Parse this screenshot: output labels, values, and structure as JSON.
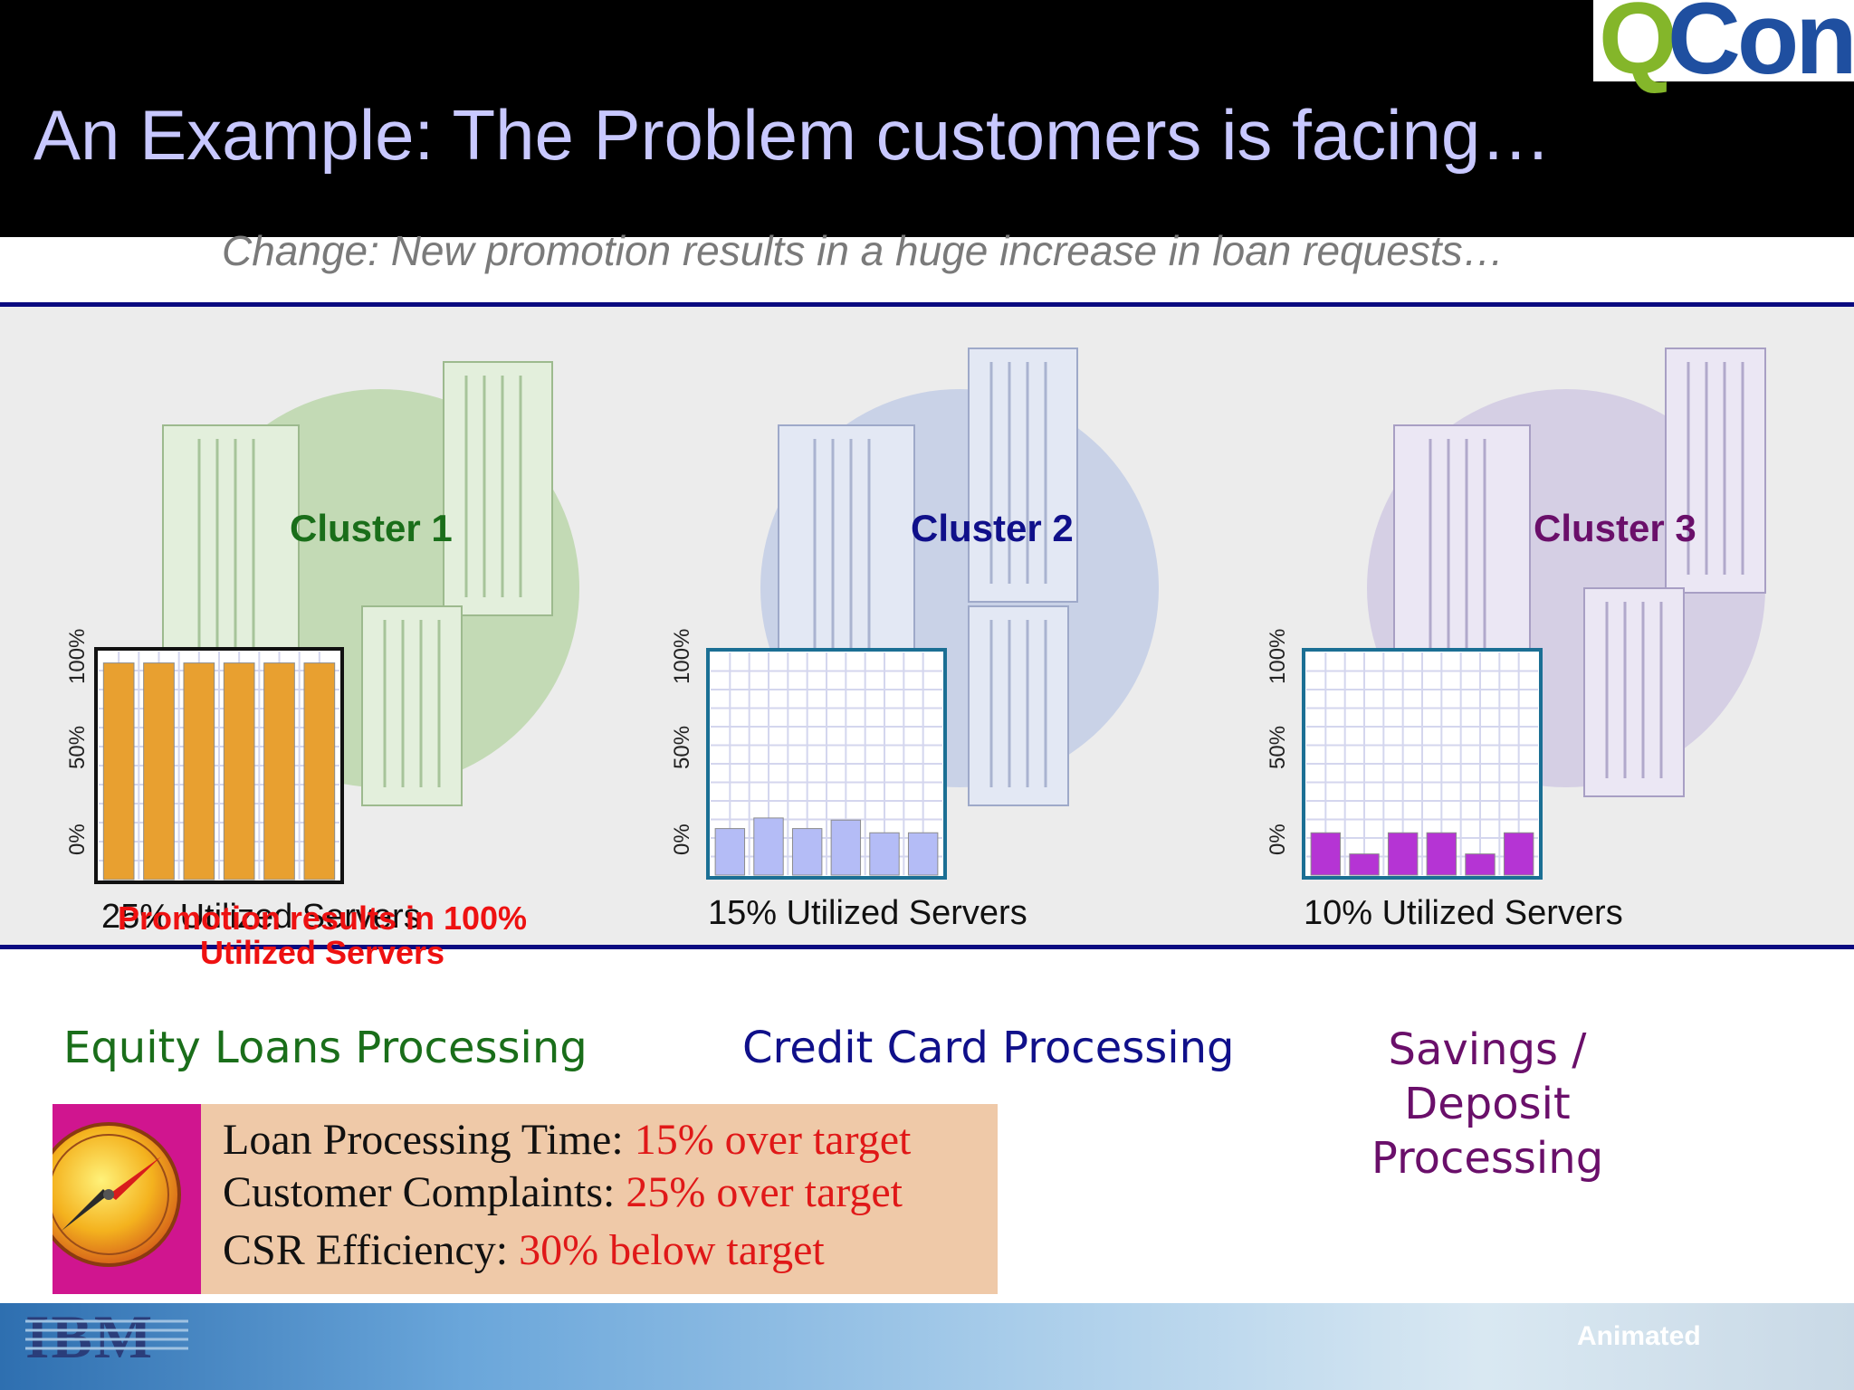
{
  "header": {
    "title": "An Example: The Problem customers is facing…",
    "logo": {
      "q": "Q",
      "con": "Con"
    }
  },
  "subtitle": "Change: New promotion results in a huge increase in loan requests…",
  "axis": {
    "top": "100%",
    "mid": "50%",
    "bottom": "0%"
  },
  "clusters": [
    {
      "name": "Cluster 1",
      "color": "#1a6e1a",
      "utilization_caption": "25% Utilized Servers",
      "promotion_caption": "Promotion results in 100% Utilized Servers",
      "bar_levels": [
        1.0,
        1.0,
        1.0,
        1.0,
        1.0,
        1.0
      ],
      "bar_color": "#e8a030",
      "process": "Equity Loans Processing"
    },
    {
      "name": "Cluster 2",
      "color": "#10108a",
      "utilization_caption": "15% Utilized Servers",
      "bar_levels": [
        0.22,
        0.27,
        0.22,
        0.26,
        0.2,
        0.2
      ],
      "bar_color": "#b4bcf6",
      "process": "Credit Card Processing"
    },
    {
      "name": "Cluster 3",
      "color": "#6a0f6a",
      "utilization_caption": "10% Utilized Servers",
      "bar_levels": [
        0.2,
        0.1,
        0.2,
        0.2,
        0.1,
        0.2
      ],
      "bar_color": "#b534d4",
      "process": "Savings / Deposit Processing"
    }
  ],
  "status": [
    {
      "label": "Loan Processing Time:",
      "value": "15% over target"
    },
    {
      "label": "Customer Complaints:",
      "value": "25% over target"
    },
    {
      "label": "CSR Efficiency:",
      "value": "30% below target"
    }
  ],
  "footer": {
    "brand": "IBM",
    "note": "Animated"
  }
}
